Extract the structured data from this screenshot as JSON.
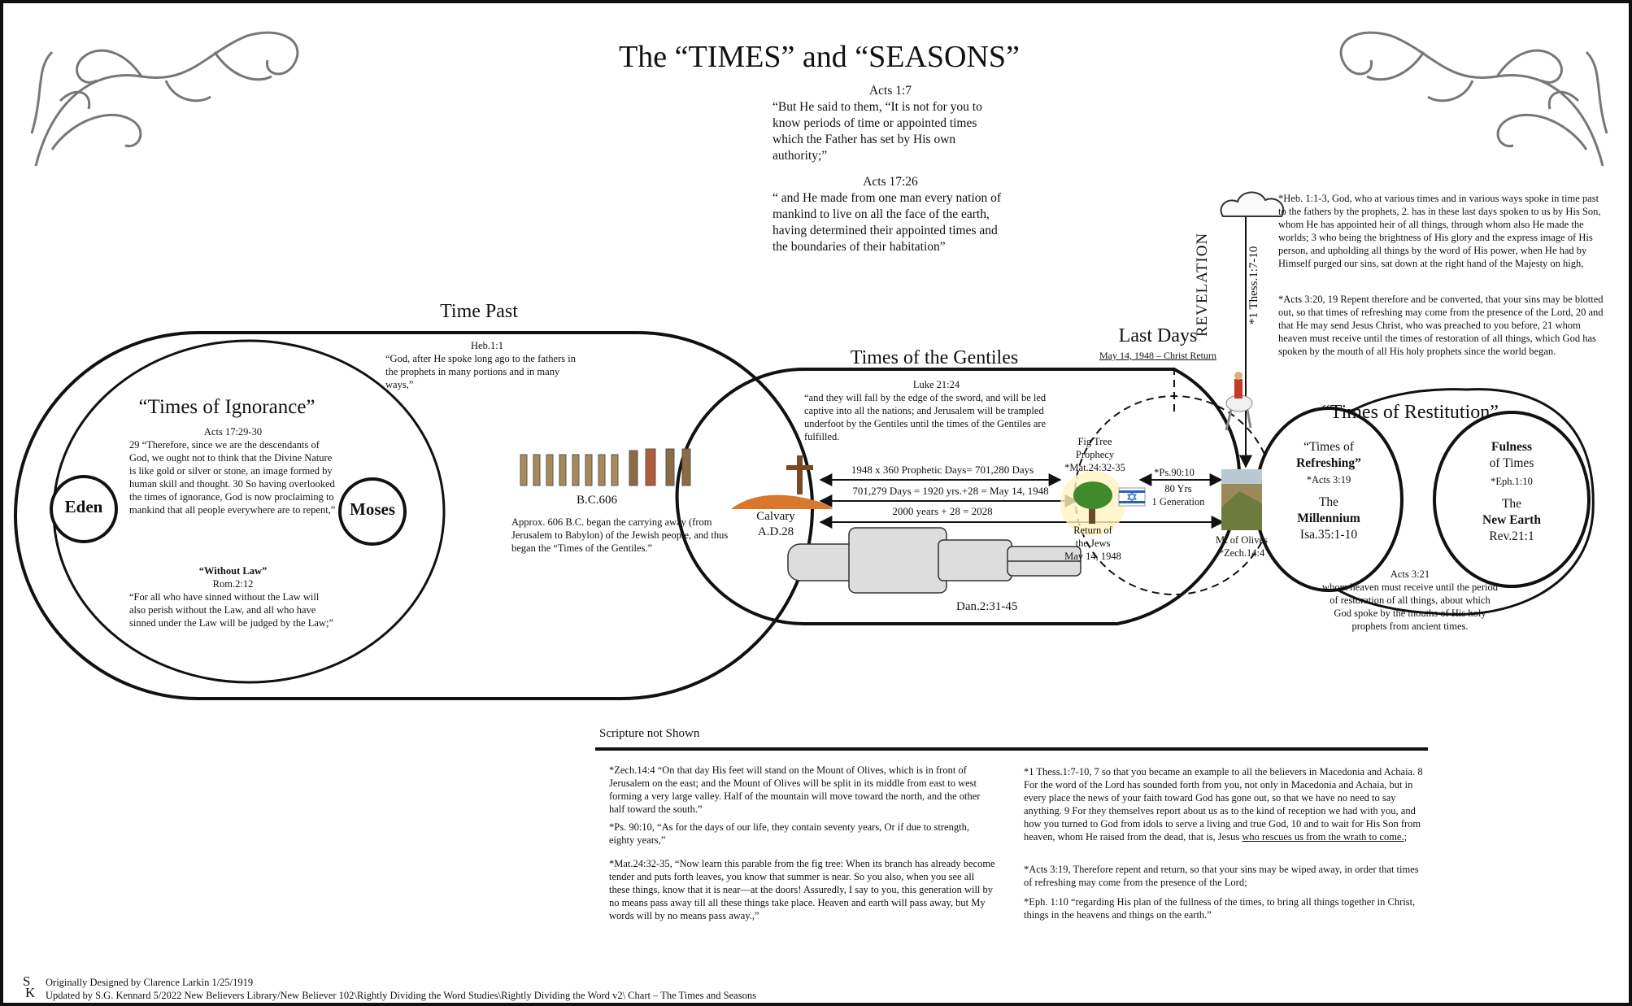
{
  "title": "The “TIMES” and “SEASONS”",
  "acts17": {
    "ref": "Acts 1:7",
    "text": "“But He said to them, “It is not for you to know periods of time or appointed times which the Father has set by His own authority;”"
  },
  "acts1726": {
    "ref": "Acts 17:26",
    "text": "“ and He made from one man every nation of mankind to live on all the face of the earth, having determined their appointed times and the boundaries of their habitation”"
  },
  "heb_note": "*Heb. 1:1-3, God, who at various times and in various ways spoke in time past to the fathers by the prophets, 2. has in these last days spoken to us by His Son, whom He has appointed heir of all things, through whom also He made the worlds; 3 who being the brightness of His glory and the express image of His person, and upholding all things by the word of His power, when He had by Himself purged our sins, sat down at the right hand of the Majesty on high,",
  "acts320_note": "*Acts 3:20, 19 Repent therefore and be converted, that your sins may be blotted out, so that times of refreshing may come from the presence of the Lord, 20 and that He may send Jesus Christ, who was preached to you before, 21 whom heaven must receive until the times of restoration of all things, which God has spoken by the mouth of all His holy prophets since the world began.",
  "revelation": {
    "label": "REVELATION",
    "ref": "*1 Thess.1:7-10"
  },
  "time_past": {
    "heading": "Time Past",
    "ref": "Heb.1:1",
    "text": "“God, after He spoke long ago to the fathers in the prophets in many portions and in many ways,”"
  },
  "ignorance": {
    "heading": "“Times of Ignorance”",
    "ref": "Acts 17:29-30",
    "text": "29 “Therefore, since we are the descendants of God, we ought not to think that the Divine Nature is like gold or silver or stone, an image formed by human skill and thought. 30 So having overlooked the times of ignorance, God is now proclaiming to mankind that all people everywhere are to repent,”"
  },
  "eden": "Eden",
  "moses": "Moses",
  "without_law": {
    "heading": "“Without Law”",
    "ref": "Rom.2:12",
    "text": "“For all who have sinned without the Law will also perish without the Law, and all who have sinned under the Law will be judged by the Law;”"
  },
  "gentiles": {
    "heading": "Times of the Gentiles",
    "ref": "Luke 21:24",
    "text": "“and they will fall by the edge of the sword, and will be led captive into all the nations; and Jerusalem will be trampled underfoot by the Gentiles until the times of the Gentiles are fulfilled."
  },
  "bc606": {
    "label": "B.C.606",
    "text": "Approx. 606 B.C. began the carrying away (from Jerusalem to Babylon) of the Jewish people, and thus began the “Times of the Gentiles.”"
  },
  "calvary": {
    "line1": "Calvary",
    "line2": "A.D.28"
  },
  "timeline": {
    "line1": "1948 x 360 Prophetic Days= 701,280 Days",
    "line2": "701,279 Days = 1920 yrs.+28 = May 14, 1948",
    "line3": "2000 years + 28 = 2028"
  },
  "dan": "Dan.2:31-45",
  "last_days": {
    "heading": "Last Days",
    "sub": "May 14, 1948 – Christ Return"
  },
  "fig_tree": {
    "l1": "Fig Tree",
    "l2": "Prophecy",
    "l3": "*Mat.24:32-35"
  },
  "return_jews": {
    "l1": "Return of",
    "l2": "the Jews",
    "l3": "May 14, 1948"
  },
  "ps90": {
    "ref": "*Ps.90:10",
    "l1": "80 Yrs",
    "l2": "1 Generation"
  },
  "olives": {
    "l1": "Mt of Olives",
    "l2": "*Zech.14:4"
  },
  "restitution": {
    "heading": "“Times of Restitution”"
  },
  "refreshing": {
    "l1": "“Times of",
    "l2": "Refreshing”",
    "ref": "*Acts 3:19",
    "l3": "The",
    "l4": "Millennium",
    "ref2": "Isa.35:1-10"
  },
  "fulness": {
    "l1": "Fulness",
    "l2": "of Times",
    "ref": "*Eph.1:10",
    "l3": "The",
    "l4": "New Earth",
    "ref2": "Rev.21:1"
  },
  "acts321": {
    "ref": "Acts 3:21",
    "text": "whom heaven must receive until the period of restoration of all things, about which God spoke by the mouths of His holy prophets from ancient times."
  },
  "scripture_not_shown": {
    "heading": "Scripture not Shown",
    "zech": "*Zech.14:4 “On that day His feet will stand on the Mount of Olives, which is in front of Jerusalem on the east; and the Mount of Olives will be split in its middle from east to west forming a very large valley. Half of the mountain will move toward the north, and the other half toward the south.”",
    "ps": "*Ps. 90:10, “As for the days of our life, they contain seventy years, Or if due to strength, eighty years,”",
    "mat": "*Mat.24:32-35, “Now learn this parable from the fig tree: When its branch has already become tender and puts forth leaves, you know that summer is near. So you also, when you see all these things, know that it is near—at the doors! Assuredly, I say to you, this generation will by no means pass away till all these things take place. Heaven and earth will pass away, but My words will by no means pass away.,”",
    "thess": "*1 Thess.1:7-10, 7 so that you became an example to all the believers in Macedonia and Achaia. 8 For the word of the Lord has sounded forth from you, not only in Macedonia and Achaia, but in every place the news of your faith toward God has gone out, so that we have no need to say anything. 9 For they themselves report about us as to the kind of reception we had with you, and how you turned to God from idols to serve a living and true God, 10 and to wait for His Son from heaven, whom He raised from the dead, that is, Jesus ",
    "thess_u": "who rescues us from the wrath to come.",
    "thess_end": ";",
    "acts": "*Acts 3:19, Therefore repent and return, so that your sins may be wiped away, in order that times of refreshing may come from the presence of the Lord;",
    "eph": "*Eph. 1:10 “regarding His plan of the fullness of the times, to bring all things together in Christ, things in the heavens and things on the earth.”"
  },
  "footer": {
    "logo_s": "S",
    "logo_k": "K",
    "line1": "Originally Designed by Clarence Larkin 1/25/1919",
    "line2": "Updated by S.G. Kennard 5/2022   New Believers Library/New Believer 102\\Rightly Dividing the Word Studies\\Rightly Dividing the Word v2\\ Chart – The Times and Seasons"
  }
}
